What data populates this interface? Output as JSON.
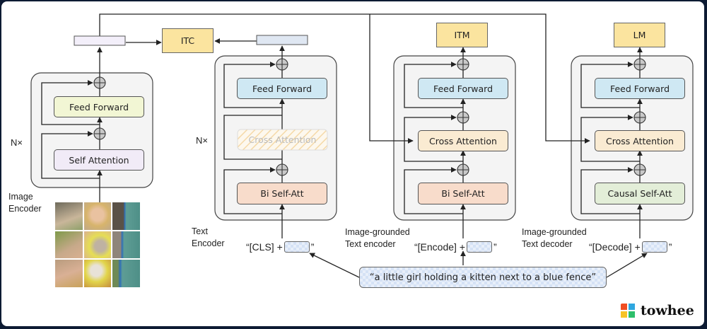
{
  "diagram": {
    "title": "BLIP model architecture",
    "image_encoder": {
      "label": "Image\nEncoder",
      "repeat": "N×",
      "blocks": [
        "Feed Forward",
        "Self Attention"
      ],
      "block_colors": [
        "#f2f6d4",
        "#f1ebf7"
      ],
      "image_alt": "photo of a little girl holding a kitten next to a blue fence, split into 3×3 patches"
    },
    "text_encoder": {
      "label": "Text\nEncoder",
      "repeat": "N×",
      "blocks": [
        "Feed Forward",
        "Cross Attention",
        "Bi Self-Att"
      ],
      "block_colors": [
        "#cfe8f3",
        "#faebd2",
        "#f8dccb"
      ],
      "disabled_block": "Cross Attention",
      "input_prefix": "“[CLS] +",
      "input_suffix": "”"
    },
    "image_grounded_text_encoder": {
      "label": "Image-grounded\nText encoder",
      "blocks": [
        "Feed Forward",
        "Cross Attention",
        "Bi Self-Att"
      ],
      "block_colors": [
        "#cfe8f3",
        "#faebd2",
        "#f8dccb"
      ],
      "head": "ITM",
      "input_prefix": "“[Encode] +",
      "input_suffix": "”"
    },
    "image_grounded_text_decoder": {
      "label": "Image-grounded\nText decoder",
      "blocks": [
        "Feed Forward",
        "Cross Attention",
        "Causal Self-Att"
      ],
      "block_colors": [
        "#cfe8f3",
        "#faebd2",
        "#e3eed8"
      ],
      "head": "LM",
      "input_prefix": "“[Decode] +",
      "input_suffix": "”"
    },
    "itc_head": "ITC",
    "head_color": "#fbe49f",
    "caption": "“a little girl holding a kitten next to a blue fence”"
  },
  "brand": {
    "name": "towhee",
    "logo_colors": [
      "#f04e23",
      "#2fa7e0",
      "#f7c325",
      "#2ebf6b"
    ]
  }
}
